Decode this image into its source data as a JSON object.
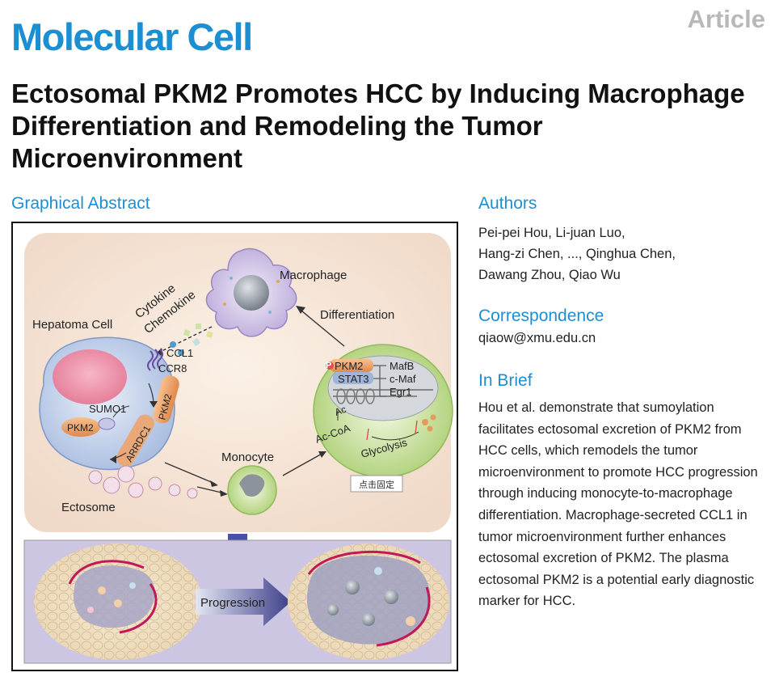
{
  "header": {
    "journal": "Molecular Cell",
    "article_type": "Article",
    "title": "Ectosomal PKM2 Promotes HCC by Inducing Macrophage Differentiation and Remodeling the Tumor Microenvironment"
  },
  "graphical_abstract": {
    "heading": "Graphical Abstract",
    "labels": {
      "macrophage": "Macrophage",
      "cytokine": "Cytokine",
      "chemokine": "Chemokine",
      "differentiation": "Differentiation",
      "hepatoma_cell": "Hepatoma Cell",
      "ccl1": "CCL1",
      "ccr8": "CCR8",
      "sumo1": "SUMO1",
      "pkm2": "PKM2",
      "pkm2_membrane": "PKM2",
      "arrdc1": "ARRDC1",
      "pkm2_nuclear": "PKM2",
      "stat3": "STAT3",
      "p": "P",
      "mafb": "MafB",
      "cmaf": "c-Maf",
      "egr1": "Egr1",
      "ac": "Ac",
      "accoa": "Ac-CoA",
      "glycolysis": "Glycolysis",
      "monocyte": "Monocyte",
      "ectosome": "Ectosome",
      "progression": "Progression",
      "watermark": "点击固定"
    }
  },
  "authors": {
    "heading": "Authors",
    "lines": [
      "Pei-pei Hou, Li-juan Luo,",
      "Hang-zi Chen, ..., Qinghua Chen,",
      "Dawang Zhou, Qiao Wu"
    ]
  },
  "correspondence": {
    "heading": "Correspondence",
    "email": "qiaow@xmu.edu.cn"
  },
  "in_brief": {
    "heading": "In Brief",
    "text": "Hou et al. demonstrate that sumoylation facilitates ectosomal excretion of PKM2 from HCC cells, which remodels the tumor microenvironment to promote HCC progression through inducing monocyte-to-macrophage differentiation. Macrophage-secreted CCL1 in tumor microenvironment further enhances ectosomal excretion of PKM2. The plasma ectosomal PKM2 is a potential early diagnostic marker for HCC."
  },
  "colors": {
    "brand_blue": "#1b8fd1",
    "article_gray": "#b8b8b8"
  }
}
